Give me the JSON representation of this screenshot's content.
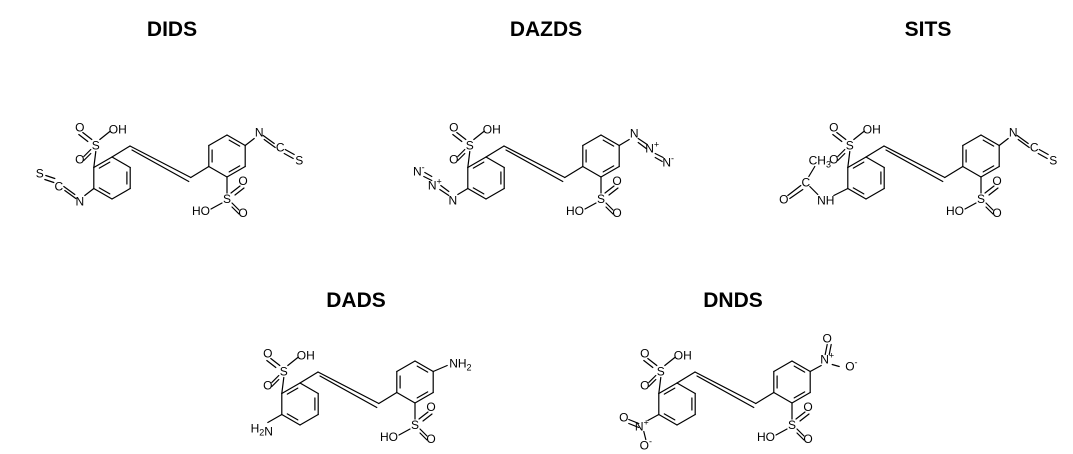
{
  "structures": [
    {
      "id": "dids",
      "name": "DIDS",
      "sub_left": "isothiocyanate",
      "sub_right": "isothiocyanate"
    },
    {
      "id": "dazds",
      "name": "DAZDS",
      "sub_left": "azide",
      "sub_right": "azide"
    },
    {
      "id": "sits",
      "name": "SITS",
      "sub_left": "acetamido",
      "sub_right": "isothiocyanate"
    },
    {
      "id": "dads",
      "name": "DADS",
      "sub_left": "amine",
      "sub_right": "amine"
    },
    {
      "id": "dnds",
      "name": "DNDS",
      "sub_left": "nitro",
      "sub_right": "nitro"
    }
  ],
  "atoms": {
    "o": "O",
    "s": "S",
    "n": "N",
    "c": "C",
    "oh": "OH",
    "ho": "HO",
    "nh": "NH",
    "ch": "CH",
    "three": "3",
    "two": "2",
    "h2n_h": "H",
    "h2n_2": "2",
    "nh2_nh": "NH",
    "plus": "+",
    "minus": "-"
  },
  "colors": {
    "ink": "#000000",
    "background": "#ffffff"
  }
}
